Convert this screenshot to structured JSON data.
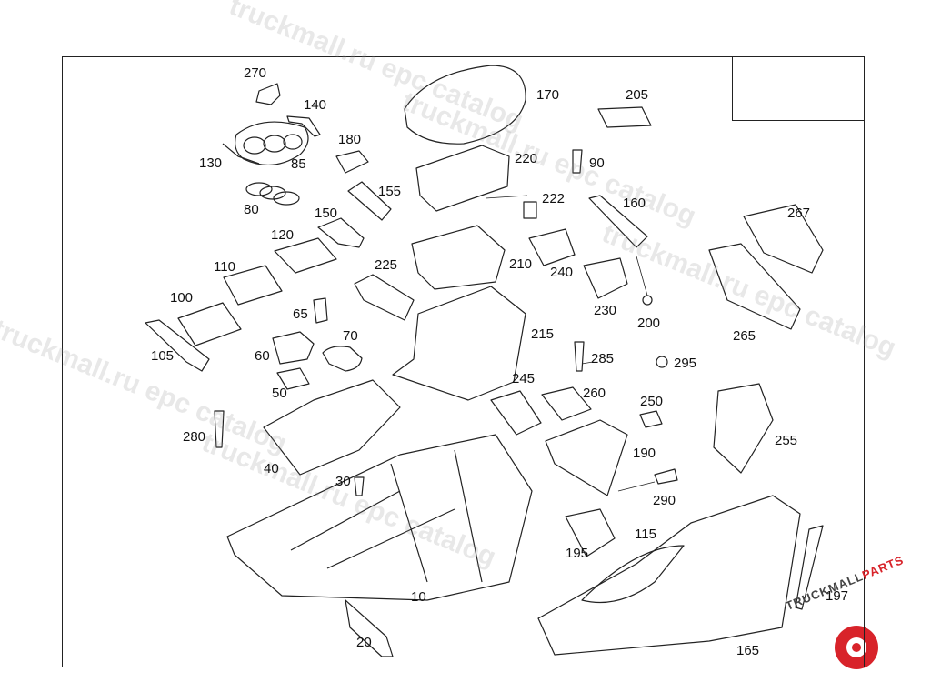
{
  "diagram": {
    "part_numbers": [
      "270",
      "140",
      "130",
      "85",
      "180",
      "155",
      "80",
      "150",
      "120",
      "110",
      "100",
      "105",
      "65",
      "70",
      "60",
      "50",
      "225",
      "170",
      "205",
      "220",
      "90",
      "222",
      "160",
      "267",
      "210",
      "240",
      "230",
      "200",
      "265",
      "215",
      "285",
      "295",
      "245",
      "260",
      "250",
      "280",
      "40",
      "30",
      "190",
      "255",
      "290",
      "10",
      "20",
      "195",
      "115",
      "197",
      "165"
    ]
  },
  "watermarks": [
    "truckmall.ru epc catalog"
  ],
  "logo": {
    "text_main": "TRUCKMALL",
    "text_accent": "PARTS",
    "accent_color": "#d8232a"
  }
}
